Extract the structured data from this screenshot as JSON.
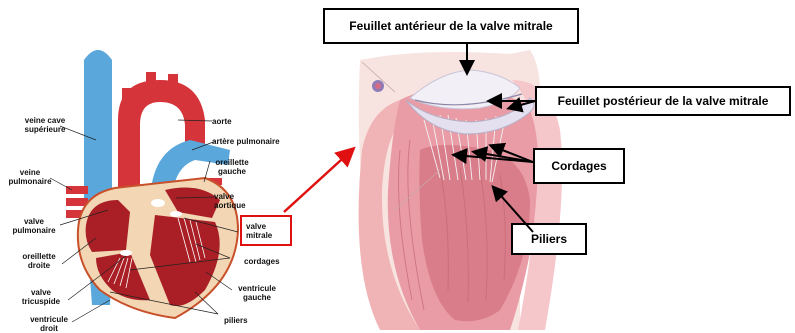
{
  "left_labels": {
    "veine_cave_superieure": "veine cave\nsupérieure",
    "aorte": "aorte",
    "artere_pulmonaire": "artère pulmonaire",
    "veine_pulmonaire": "veine\npulmonaire",
    "oreillette_gauche": "oreillette\ngauche",
    "valve_aortique": "valve\naortique",
    "valve_pulmonaire": "valve\npulmonaire",
    "valve_mitrale": "valve\nmitrale",
    "oreillette_droite": "oreillette\ndroite",
    "cordages": "cordages",
    "valve_tricuspide": "valve\ntricuspide",
    "ventricule_gauche": "ventricule\ngauche",
    "ventricule_droit": "ventricule\ndroit",
    "piliers": "piliers"
  },
  "callouts": {
    "feuillet_anterieur": "Feuillet antérieur de la valve mitrale",
    "feuillet_posterieur": "Feuillet postérieur de la valve mitrale",
    "cordages": "Cordages",
    "piliers": "Piliers"
  },
  "colors": {
    "artery_red": "#d5353a",
    "vein_blue": "#5aa7dc",
    "muscle": "#e79aa2",
    "highlight": "#e01010"
  }
}
